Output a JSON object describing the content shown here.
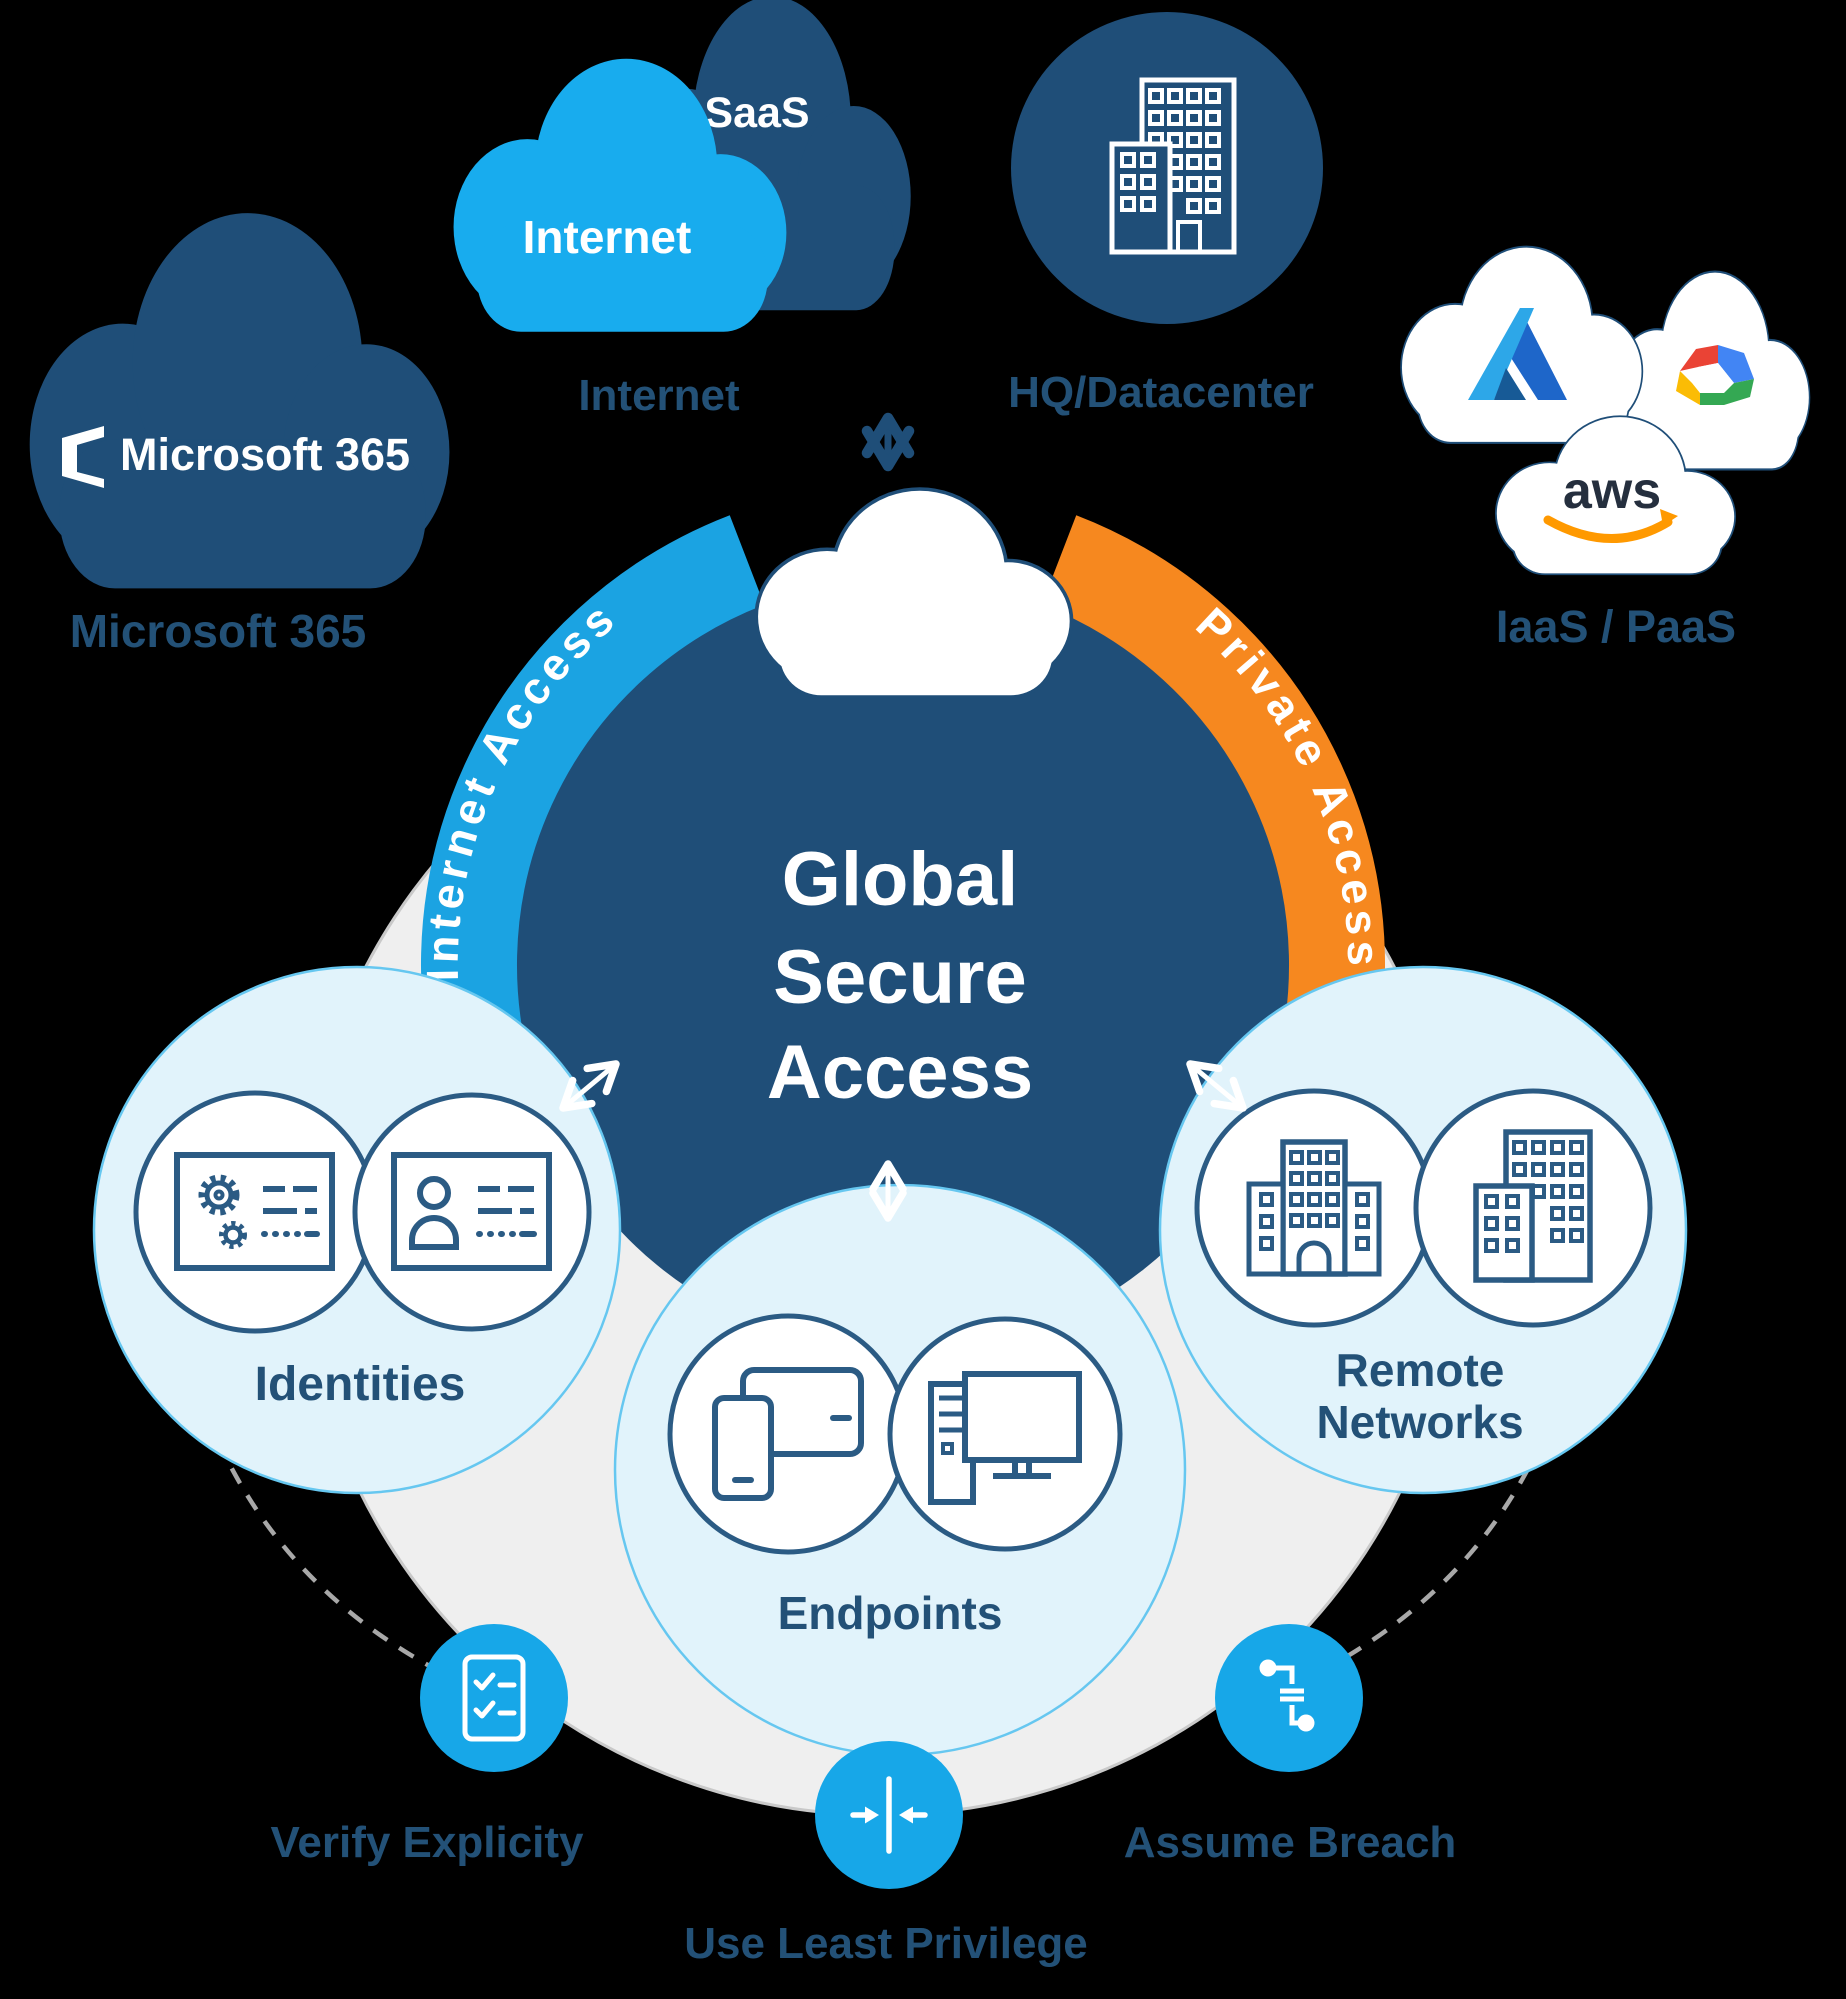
{
  "top": {
    "microsoft365": {
      "logo_text": "Microsoft 365",
      "label": "Microsoft 365"
    },
    "saas_cloud_text": "SaaS",
    "internet_cloud_text": "Internet",
    "internet_label": "Internet",
    "hq_label": "HQ/Datacenter",
    "iaas_label": "IaaS / PaaS",
    "aws_logo_text": "aws"
  },
  "center": {
    "line1": "Global",
    "line2": "Secure",
    "line3": "Access",
    "left_arc": "Internet Access",
    "right_arc": "Private Access"
  },
  "nodes": {
    "identities": {
      "label": "Identities"
    },
    "endpoints": {
      "label": "Endpoints"
    },
    "remote_networks": {
      "line1": "Remote",
      "line2": "Networks"
    }
  },
  "principles": {
    "verify": "Verify Explicity",
    "least_privilege": "Use Least Privilege",
    "assume_breach": "Assume Breach"
  },
  "icons": {
    "hq": "office-buildings-icon",
    "identities_left": "certificate-gears-card-icon",
    "identities_right": "person-id-card-icon",
    "endpoints_left": "phone-tablet-icon",
    "endpoints_right": "desktop-computer-icon",
    "remote_left": "branch-office-building-icon",
    "remote_right": "city-buildings-icon",
    "verify": "checklist-icon",
    "least_privilege": "converging-arrows-icon",
    "assume_breach": "breach-path-icon",
    "azure": "azure-logo",
    "google_cloud": "google-cloud-logo",
    "aws": "aws-logo"
  },
  "colors": {
    "navy": "#1F4E78",
    "label_navy": "#235177",
    "bright_blue": "#18ACEE",
    "arc_blue": "#1BA3E2",
    "orange": "#F6881F",
    "pale_blue": "#E1F3FB",
    "pale_blue_border": "#66C7F0",
    "gray_fill": "#EFEFEF",
    "principle_blue": "#17A7E8",
    "aws_orange": "#FF9900",
    "aws_dark": "#252F3E",
    "gcp_red": "#EA4335",
    "gcp_blue": "#4285F4",
    "gcp_green": "#34A853",
    "gcp_yellow": "#FBBC05",
    "azure_light": "#2DA7E8",
    "azure_dark": "#1E66C9",
    "white": "#FFFFFF"
  }
}
